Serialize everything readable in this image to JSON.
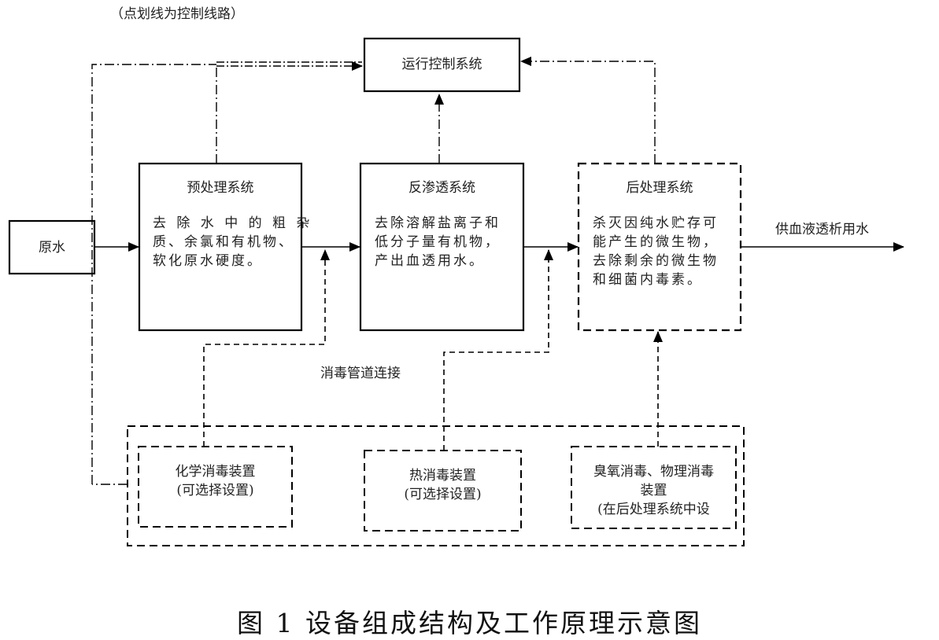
{
  "note": "（点划线为控制线路）",
  "nodes": {
    "raw_water": {
      "label": "原水"
    },
    "control": {
      "label": "运行控制系统"
    },
    "pretreatment": {
      "title": "预处理系统",
      "lines": [
        "去 除 水 中 的 粗 杂",
        "质、余氯和有机物、",
        "软化原水硬度。"
      ]
    },
    "reverse_osmosis": {
      "title": "反渗透系统",
      "lines": [
        "去除溶解盐离子和",
        "低分子量有机物，",
        "产出血透用水。"
      ]
    },
    "post_treatment": {
      "title": "后处理系统",
      "lines": [
        "杀灭因纯水贮存可",
        "能产生的微生物，",
        "去除剩余的微生物",
        "和细菌内毒素。"
      ]
    },
    "chemical_disinfection": {
      "lines": [
        "化学消毒装置",
        "(可选择设置)"
      ]
    },
    "thermal_disinfection": {
      "lines": [
        "热消毒装置",
        "(可选择设置)"
      ]
    },
    "ozone_physical_disinfection": {
      "lines": [
        "臭氧消毒、物理消毒",
        "装置",
        "(在后处理系统中设"
      ]
    }
  },
  "labels": {
    "output": "供血液透析用水",
    "disinfection_pipe": "消毒管道连接"
  },
  "caption": "图 1  设备组成结构及工作原理示意图"
}
